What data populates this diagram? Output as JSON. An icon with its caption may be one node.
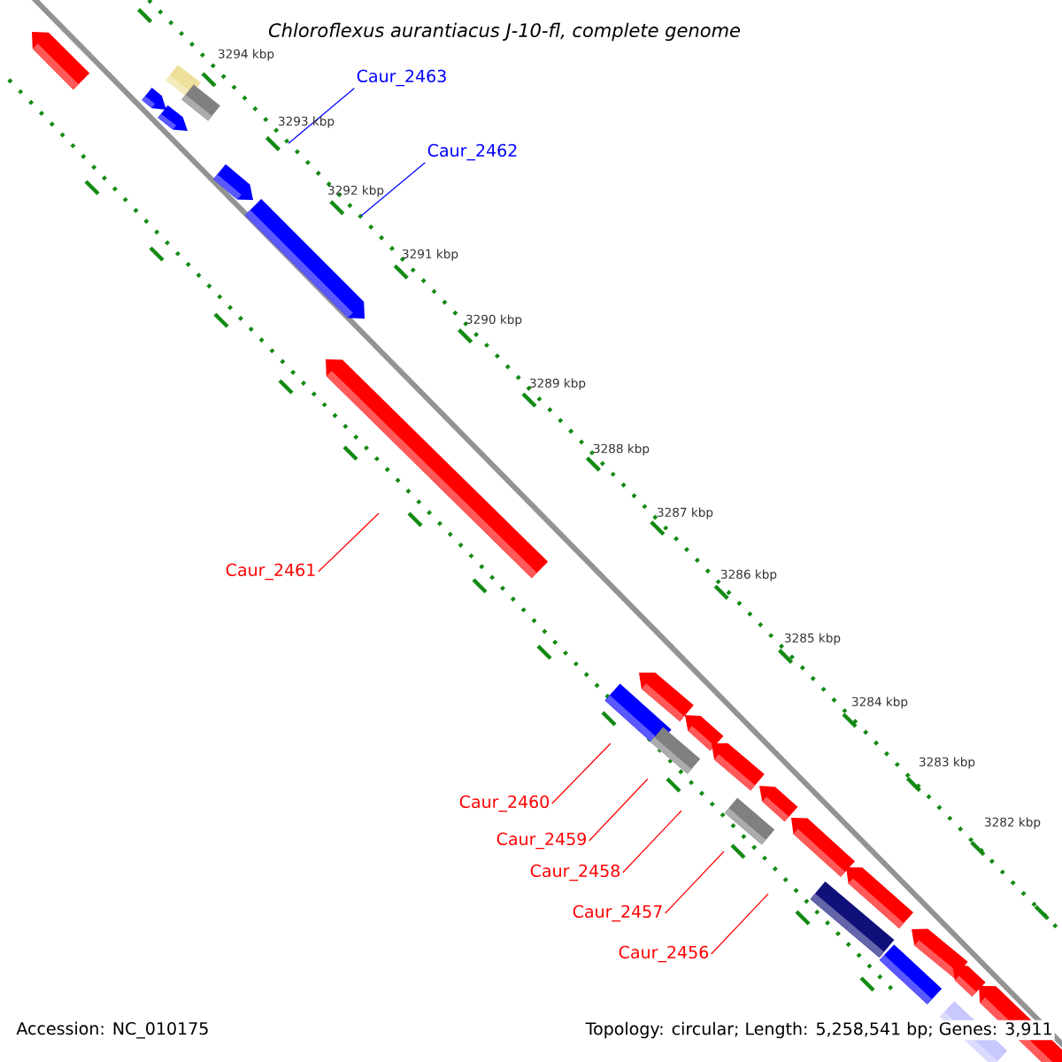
{
  "diagram": {
    "title": "Chloroflexus aurantiacus J-10-fl, complete genome",
    "nodes": [
      {
        "text": [
          "Caur_2463"
        ]
      },
      {
        "text": [
          "Caur_2462"
        ]
      },
      {
        "text": [
          "Caur_2461"
        ]
      },
      {
        "text": [
          "Caur_2460"
        ]
      },
      {
        "text": [
          "Caur_2459"
        ]
      },
      {
        "text": [
          "Caur_2458"
        ]
      },
      {
        "text": [
          "Caur_2457"
        ]
      },
      {
        "text": [
          "Caur_2456"
        ]
      }
    ],
    "edges": [
      {
        "from": 0,
        "to": null,
        "arrow": "none",
        "color": "#0000ff"
      },
      {
        "from": 1,
        "to": null,
        "arrow": "none",
        "color": "#0000ff"
      },
      {
        "from": 2,
        "to": null,
        "arrow": "none"
      },
      {
        "from": 3,
        "to": null,
        "arrow": "none"
      },
      {
        "from": 4,
        "to": null,
        "arrow": "none"
      },
      {
        "from": 5,
        "to": null,
        "arrow": "none"
      },
      {
        "from": 6,
        "to": null,
        "arrow": "none"
      },
      {
        "from": 7,
        "to": null,
        "arrow": "none"
      }
    ],
    "labels": [
      "3294 kbp",
      "3293 kbp",
      "3292 kbp",
      "3291 kbp",
      "3290 kbp",
      "3289 kbp",
      "3288 kbp",
      "3287 kbp",
      "3286 kbp",
      "3285 kbp",
      "3284 kbp",
      "3283 kbp",
      "3282 kbp",
      "Accession: NC_010175",
      "Topology: circular; Length: 5,258,541 bp; Genes: 3,911"
    ]
  }
}
